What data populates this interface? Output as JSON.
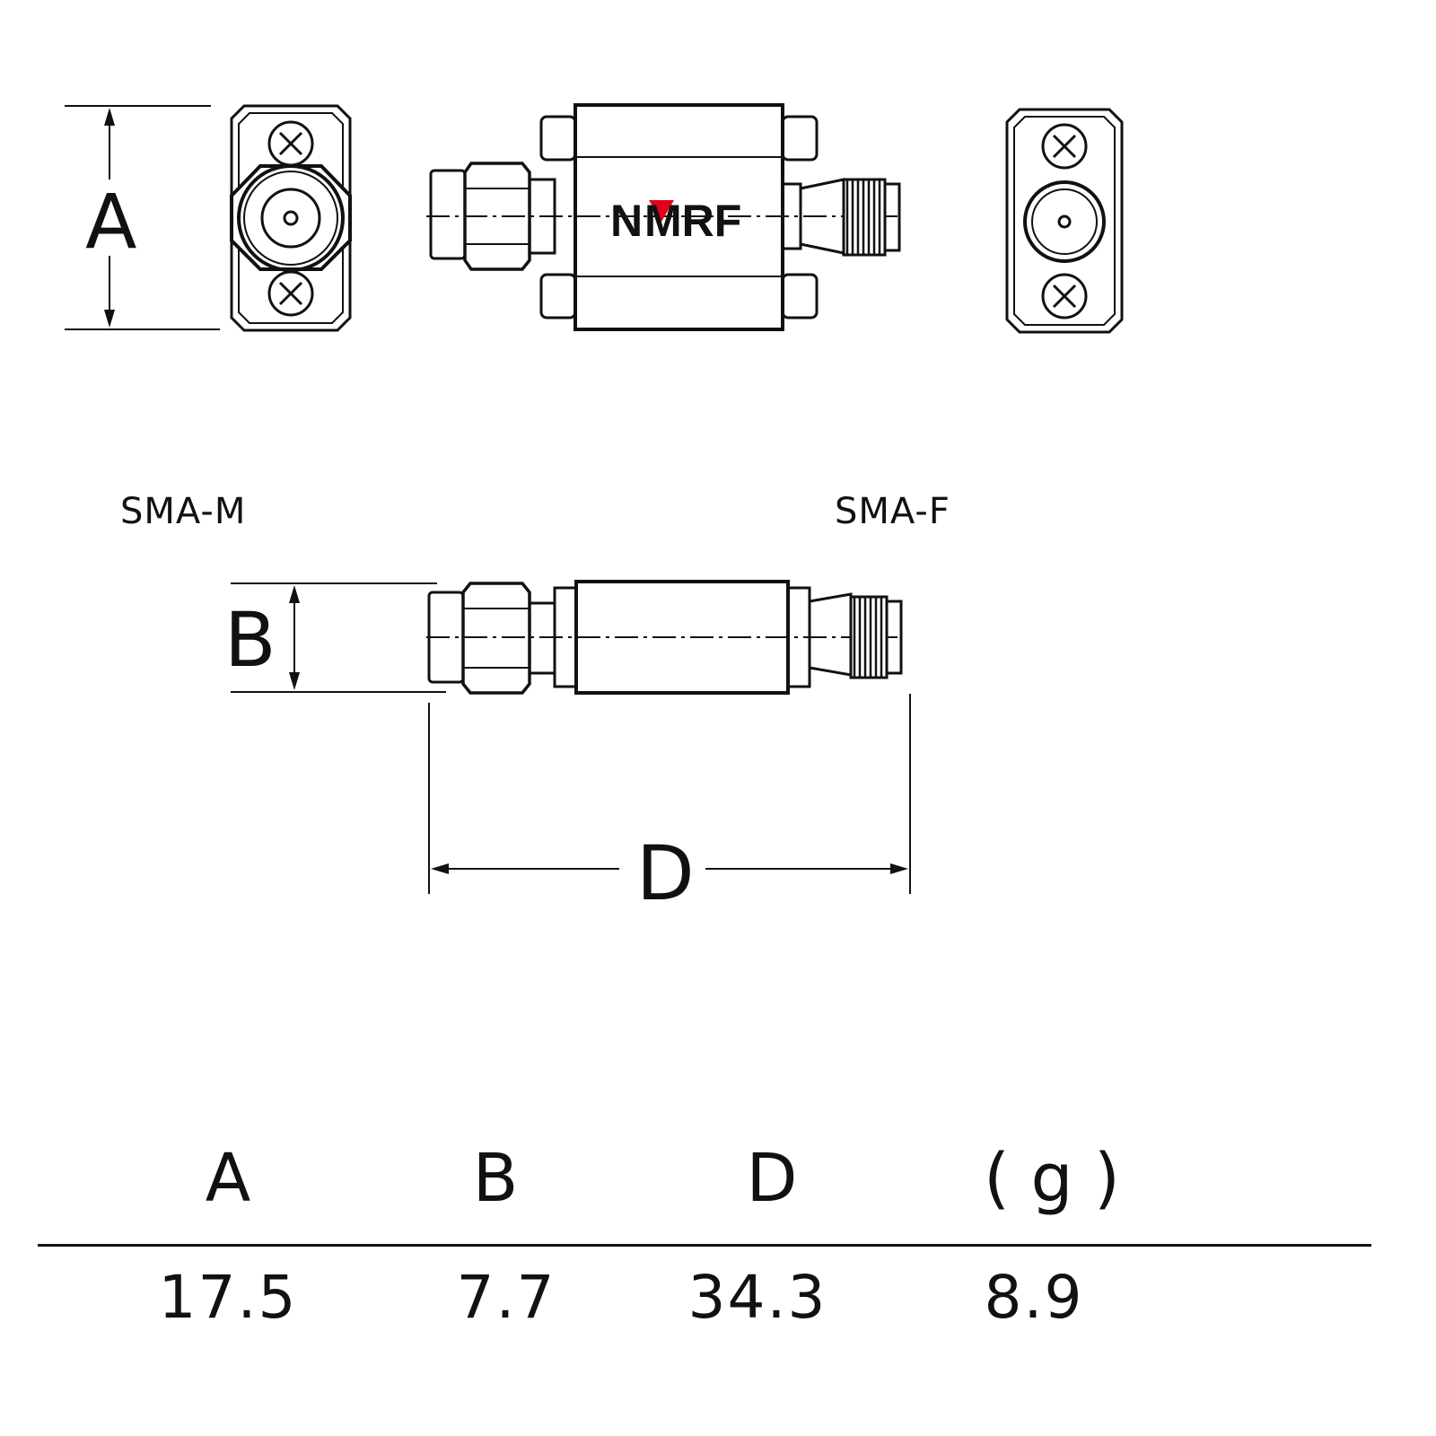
{
  "diagram": {
    "logo": {
      "text_left": "N",
      "text_right": "MRF",
      "accent_color": "#e3001b"
    },
    "dimension_labels": {
      "a": "A",
      "b": "B",
      "d": "D"
    },
    "connectors": {
      "left": "SMA-M",
      "right": "SMA-F"
    }
  },
  "spec_table": {
    "headers": [
      "A",
      "B",
      "D",
      "( g )"
    ],
    "values": [
      "17.5",
      "7.7",
      "34.3",
      "8.9"
    ]
  }
}
